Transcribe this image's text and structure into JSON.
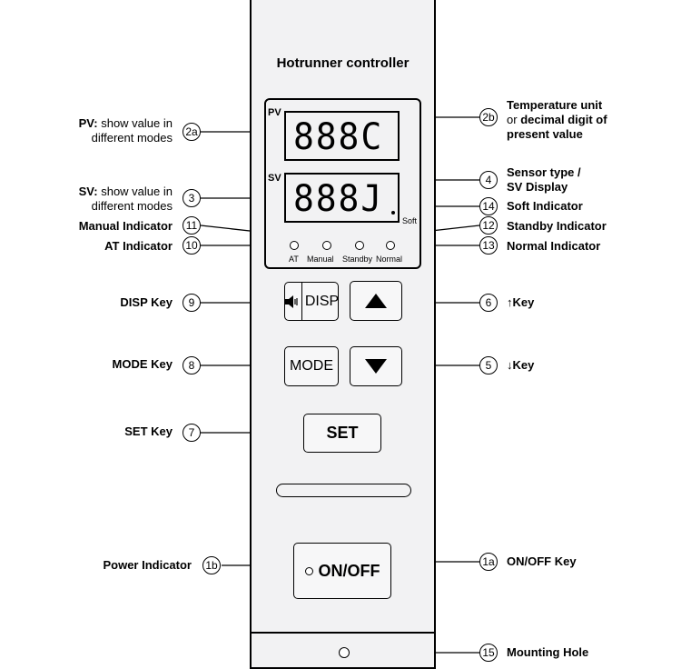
{
  "panel": {
    "title": "Hotrunner controller",
    "pv_label": "PV",
    "sv_label": "SV",
    "pv_display": "888C",
    "sv_display": "888J",
    "soft_label": "Soft",
    "indicators": [
      "AT",
      "Manual",
      "Standby",
      "Normal"
    ],
    "keys": {
      "disp": "DISP",
      "mode": "MODE",
      "set": "SET",
      "onoff": "ON/OFF"
    }
  },
  "callouts": {
    "pv_num": "2a",
    "pv_label_bold": "PV:",
    "pv_label_rest_line1": "show value in",
    "pv_label_line2": "different modes",
    "sv_num": "3",
    "sv_label_bold": "SV:",
    "sv_label_rest_line1": "show value in",
    "sv_label_line2": "different modes",
    "manual_num": "11",
    "manual_label": "Manual Indicator",
    "at_num": "10",
    "at_label": "AT Indicator",
    "disp_num": "9",
    "disp_label": "DISP Key",
    "mode_num": "8",
    "mode_label": "MODE Key",
    "set_num": "7",
    "set_label": "SET Key",
    "power_num": "1b",
    "power_label": "Power Indicator",
    "temp_num": "2b",
    "temp_line1": "Temperature unit",
    "temp_line2_pre": "or",
    "temp_line2_bold": "decimal digit of",
    "temp_line3": "present value",
    "sensor_num": "4",
    "sensor_line1": "Sensor type /",
    "sensor_line2": "SV Display",
    "soft_num": "14",
    "soft_label": "Soft Indicator",
    "standby_num": "12",
    "standby_label": "Standby Indicator",
    "normal_num": "13",
    "normal_label": "Normal Indicator",
    "up_num": "6",
    "up_label": "↑Key",
    "down_num": "5",
    "down_label": "↓Key",
    "onoff_num": "1a",
    "onoff_label": "ON/OFF Key",
    "mount_num": "15",
    "mount_label": "Mounting Hole"
  },
  "icons": {
    "speaker": "speaker-icon"
  }
}
